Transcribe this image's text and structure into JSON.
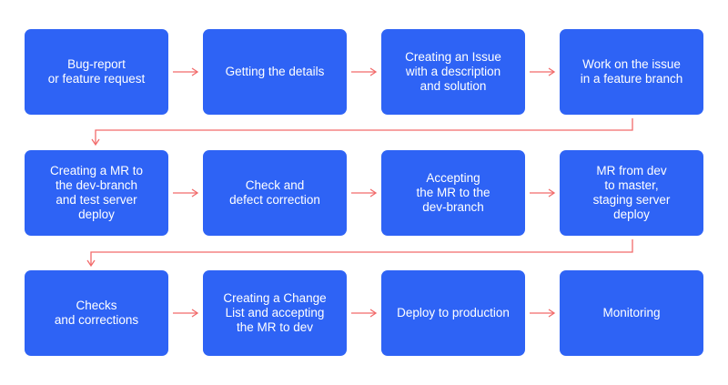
{
  "colors": {
    "node_fill": "#2E63F5",
    "node_text": "#FFFFFF",
    "connector": "#F26B6B",
    "background": "#FFFFFF"
  },
  "steps": [
    {
      "label": "Bug-report\nor feature request"
    },
    {
      "label": "Getting the details"
    },
    {
      "label": "Creating an Issue\nwith a description\nand solution"
    },
    {
      "label": "Work on the issue\nin a feature branch"
    },
    {
      "label": "Creating a MR to\nthe dev-branch\nand test server\ndeploy"
    },
    {
      "label": "Check and\ndefect correction"
    },
    {
      "label": "Accepting\nthe MR to the\ndev-branch"
    },
    {
      "label": "MR from dev\nto master,\nstaging server\ndeploy"
    },
    {
      "label": "Checks\nand corrections"
    },
    {
      "label": "Creating a Change\nList and accepting\nthe MR to dev"
    },
    {
      "label": "Deploy to production"
    },
    {
      "label": "Monitoring"
    }
  ]
}
